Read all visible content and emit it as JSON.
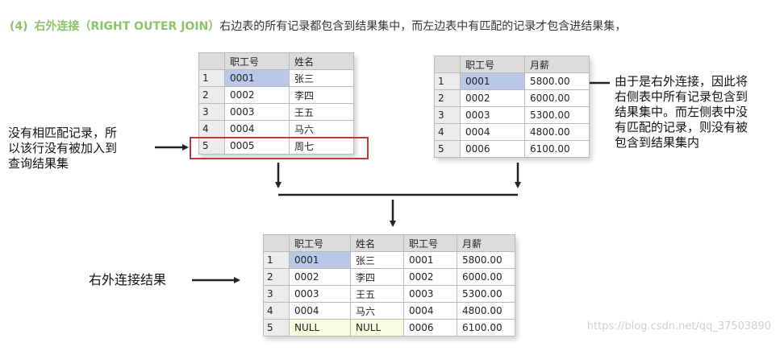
{
  "heading": {
    "number": "(4)",
    "title": "右外连接（RIGHT OUTER JOIN）",
    "desc": "右边表的所有记录都包含到结果集中，而左边表中有匹配的记录才包含进结果集，"
  },
  "left_table": {
    "headers": [
      "职工号",
      "姓名"
    ],
    "rows": [
      {
        "n": "1",
        "c": [
          "0001",
          "张三"
        ]
      },
      {
        "n": "2",
        "c": [
          "0002",
          "李四"
        ]
      },
      {
        "n": "3",
        "c": [
          "0003",
          "王五"
        ]
      },
      {
        "n": "4",
        "c": [
          "0004",
          "马六"
        ]
      },
      {
        "n": "5",
        "c": [
          "0005",
          "周七"
        ]
      }
    ]
  },
  "right_table": {
    "headers": [
      "职工号",
      "月薪"
    ],
    "rows": [
      {
        "n": "1",
        "c": [
          "0001",
          "5800.00"
        ]
      },
      {
        "n": "2",
        "c": [
          "0002",
          "6000.00"
        ]
      },
      {
        "n": "3",
        "c": [
          "0003",
          "5300.00"
        ]
      },
      {
        "n": "4",
        "c": [
          "0004",
          "4800.00"
        ]
      },
      {
        "n": "5",
        "c": [
          "0006",
          "6100.00"
        ]
      }
    ]
  },
  "result_table": {
    "headers": [
      "职工号",
      "姓名",
      "职工号",
      "月薪"
    ],
    "rows": [
      {
        "n": "1",
        "c": [
          "0001",
          "张三",
          "0001",
          "5800.00"
        ]
      },
      {
        "n": "2",
        "c": [
          "0002",
          "李四",
          "0002",
          "6000.00"
        ]
      },
      {
        "n": "3",
        "c": [
          "0003",
          "王五",
          "0003",
          "5300.00"
        ]
      },
      {
        "n": "4",
        "c": [
          "0004",
          "马六",
          "0004",
          "4800.00"
        ]
      },
      {
        "n": "5",
        "c": [
          "NULL",
          "NULL",
          "0006",
          "6100.00"
        ]
      }
    ]
  },
  "notes": {
    "left": [
      "没有相匹配记录，所",
      "以该行没有被加入到",
      "查询结果集"
    ],
    "right": [
      "由于是右外连接，因此将",
      "右侧表中所有记录包含到",
      "结果集中。而左侧表中没",
      "有匹配的记录，则没有被",
      "包含到结果集内"
    ],
    "result_label": "右外连接结果"
  },
  "watermark": "https://blog.csdn.net/qq_37503890",
  "colors": {
    "accent": "#8cc36a",
    "highlight_border": "#c0393b",
    "selected_cell": "#b8c8e6",
    "null_cell": "#fbfde0"
  }
}
